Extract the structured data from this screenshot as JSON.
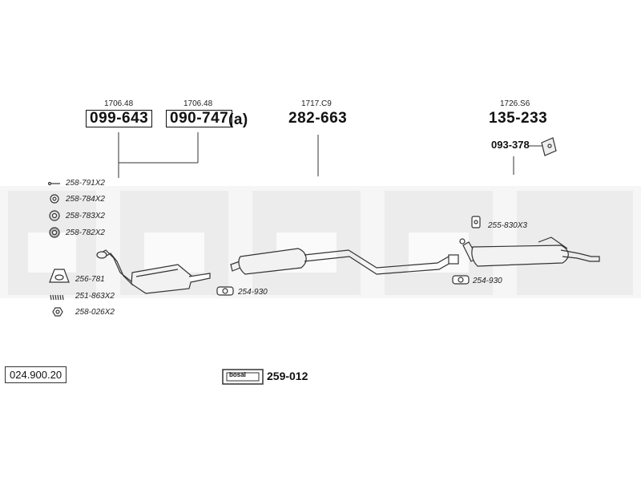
{
  "diagram": {
    "catalog_number": "024.900.20",
    "brand_logo_text": "bosal",
    "kit_part": "259-012",
    "parts": [
      {
        "ref": "1706.48",
        "number": "099-643"
      },
      {
        "ref": "1706.48",
        "number": "090-747",
        "suffix": "(a)"
      },
      {
        "ref": "1717.C9",
        "number": "282-663"
      },
      {
        "ref": "1726.S6",
        "number": "135-233"
      }
    ],
    "bracket_part": "093-378",
    "left_hardware": [
      {
        "code": "258-791X2",
        "icon": "pin-icon"
      },
      {
        "code": "258-784X2",
        "icon": "gasket-ring-icon"
      },
      {
        "code": "258-783X2",
        "icon": "gasket-ring-icon"
      },
      {
        "code": "258-782X2",
        "icon": "rubber-ring-icon"
      },
      {
        "code": "256-781",
        "icon": "flange-gasket-icon"
      },
      {
        "code": "251-863X2",
        "icon": "spring-icon"
      },
      {
        "code": "258-026X2",
        "icon": "nut-icon"
      }
    ],
    "clamp_mid": "254-930",
    "clamp_right": "254-930",
    "hanger_right": "255-830X3"
  }
}
